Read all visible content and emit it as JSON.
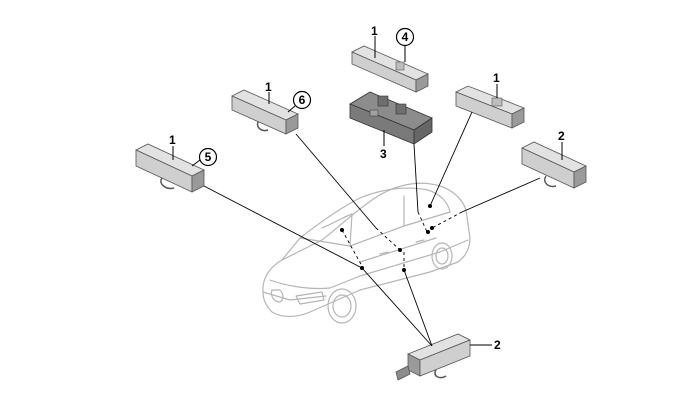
{
  "callouts": {
    "part_1_top": "1",
    "part_4": "4",
    "part_3": "3",
    "part_1_left_mid": "1",
    "part_6": "6",
    "part_1_right": "1",
    "part_2_right": "2",
    "part_1_left": "1",
    "part_5": "5",
    "part_2_bottom": "2"
  },
  "colors": {
    "part_fill": "#cfcfcf",
    "part_top": "#e2e2e2",
    "part_dark": "#9a9a9a",
    "base_fill": "#8c8c8c",
    "car_outline": "#b5b5b5",
    "leader": "#000000"
  }
}
